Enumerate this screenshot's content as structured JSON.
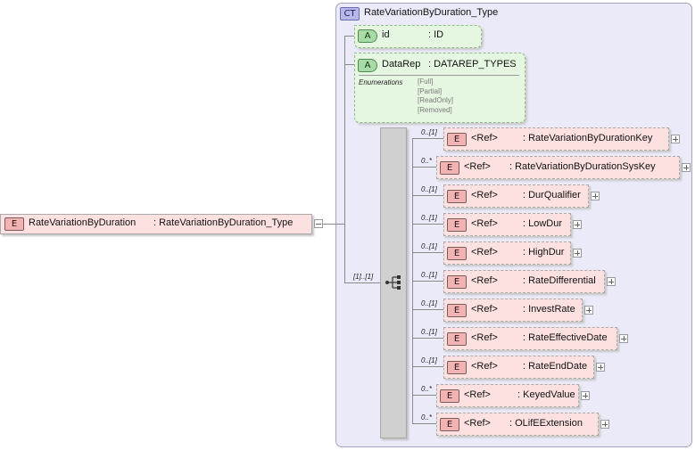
{
  "root": {
    "badge": "E",
    "name": "RateVariationByDuration",
    "type": ": RateVariationByDuration_Type"
  },
  "complex_type": {
    "badge": "CT",
    "name": "RateVariationByDuration_Type"
  },
  "attributes": [
    {
      "badge": "A",
      "name": "id",
      "type": ": ID"
    },
    {
      "badge": "A",
      "name": "DataRep",
      "type": ": DATAREP_TYPES",
      "enum_label": "Enumerations",
      "enumerations": [
        "[Full]",
        "[Partial]",
        "[ReadOnly]",
        "[Removed]"
      ]
    }
  ],
  "sequence_cardinality": "[1]..[1]",
  "elements": [
    {
      "card": "0..[1]",
      "badge": "E",
      "ref": "<Ref>",
      "name": ": RateVariationByDurationKey"
    },
    {
      "card": "0..*",
      "badge": "E",
      "ref": "<Ref>",
      "name": ": RateVariationByDurationSysKey"
    },
    {
      "card": "0..[1]",
      "badge": "E",
      "ref": "<Ref>",
      "name": ": DurQualifier"
    },
    {
      "card": "0..[1]",
      "badge": "E",
      "ref": "<Ref>",
      "name": ": LowDur"
    },
    {
      "card": "0..[1]",
      "badge": "E",
      "ref": "<Ref>",
      "name": ": HighDur"
    },
    {
      "card": "0..[1]",
      "badge": "E",
      "ref": "<Ref>",
      "name": ": RateDifferential"
    },
    {
      "card": "0..[1]",
      "badge": "E",
      "ref": "<Ref>",
      "name": ": InvestRate"
    },
    {
      "card": "0..[1]",
      "badge": "E",
      "ref": "<Ref>",
      "name": ": RateEffectiveDate"
    },
    {
      "card": "0..[1]",
      "badge": "E",
      "ref": "<Ref>",
      "name": ": RateEndDate"
    },
    {
      "card": "0..*",
      "badge": "E",
      "ref": "<Ref>",
      "name": ": KeyedValue"
    },
    {
      "card": "0..*",
      "badge": "E",
      "ref": "<Ref>",
      "name": ": OLifEExtension"
    }
  ]
}
